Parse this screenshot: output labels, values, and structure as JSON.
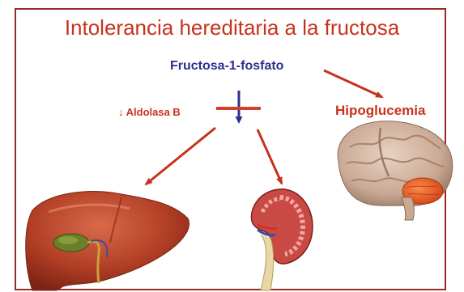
{
  "title": "Intolerancia hereditaria a la fructosa",
  "labels": {
    "fructose": "Fructosa-1-fosfato",
    "aldolase": "↓ Aldolasa B",
    "hypoglycemia": "Hipoglucemia"
  },
  "colors": {
    "border": "#9b2a22",
    "title": "#c8321c",
    "fructose_label": "#2e2e8f",
    "arrows": "#c8321c",
    "inhibit_vertical": "#2e2e8f",
    "inhibit_horizontal": "#d0402a"
  },
  "illustrations": [
    "liver-illustration",
    "kidney-illustration",
    "brain-illustration"
  ]
}
